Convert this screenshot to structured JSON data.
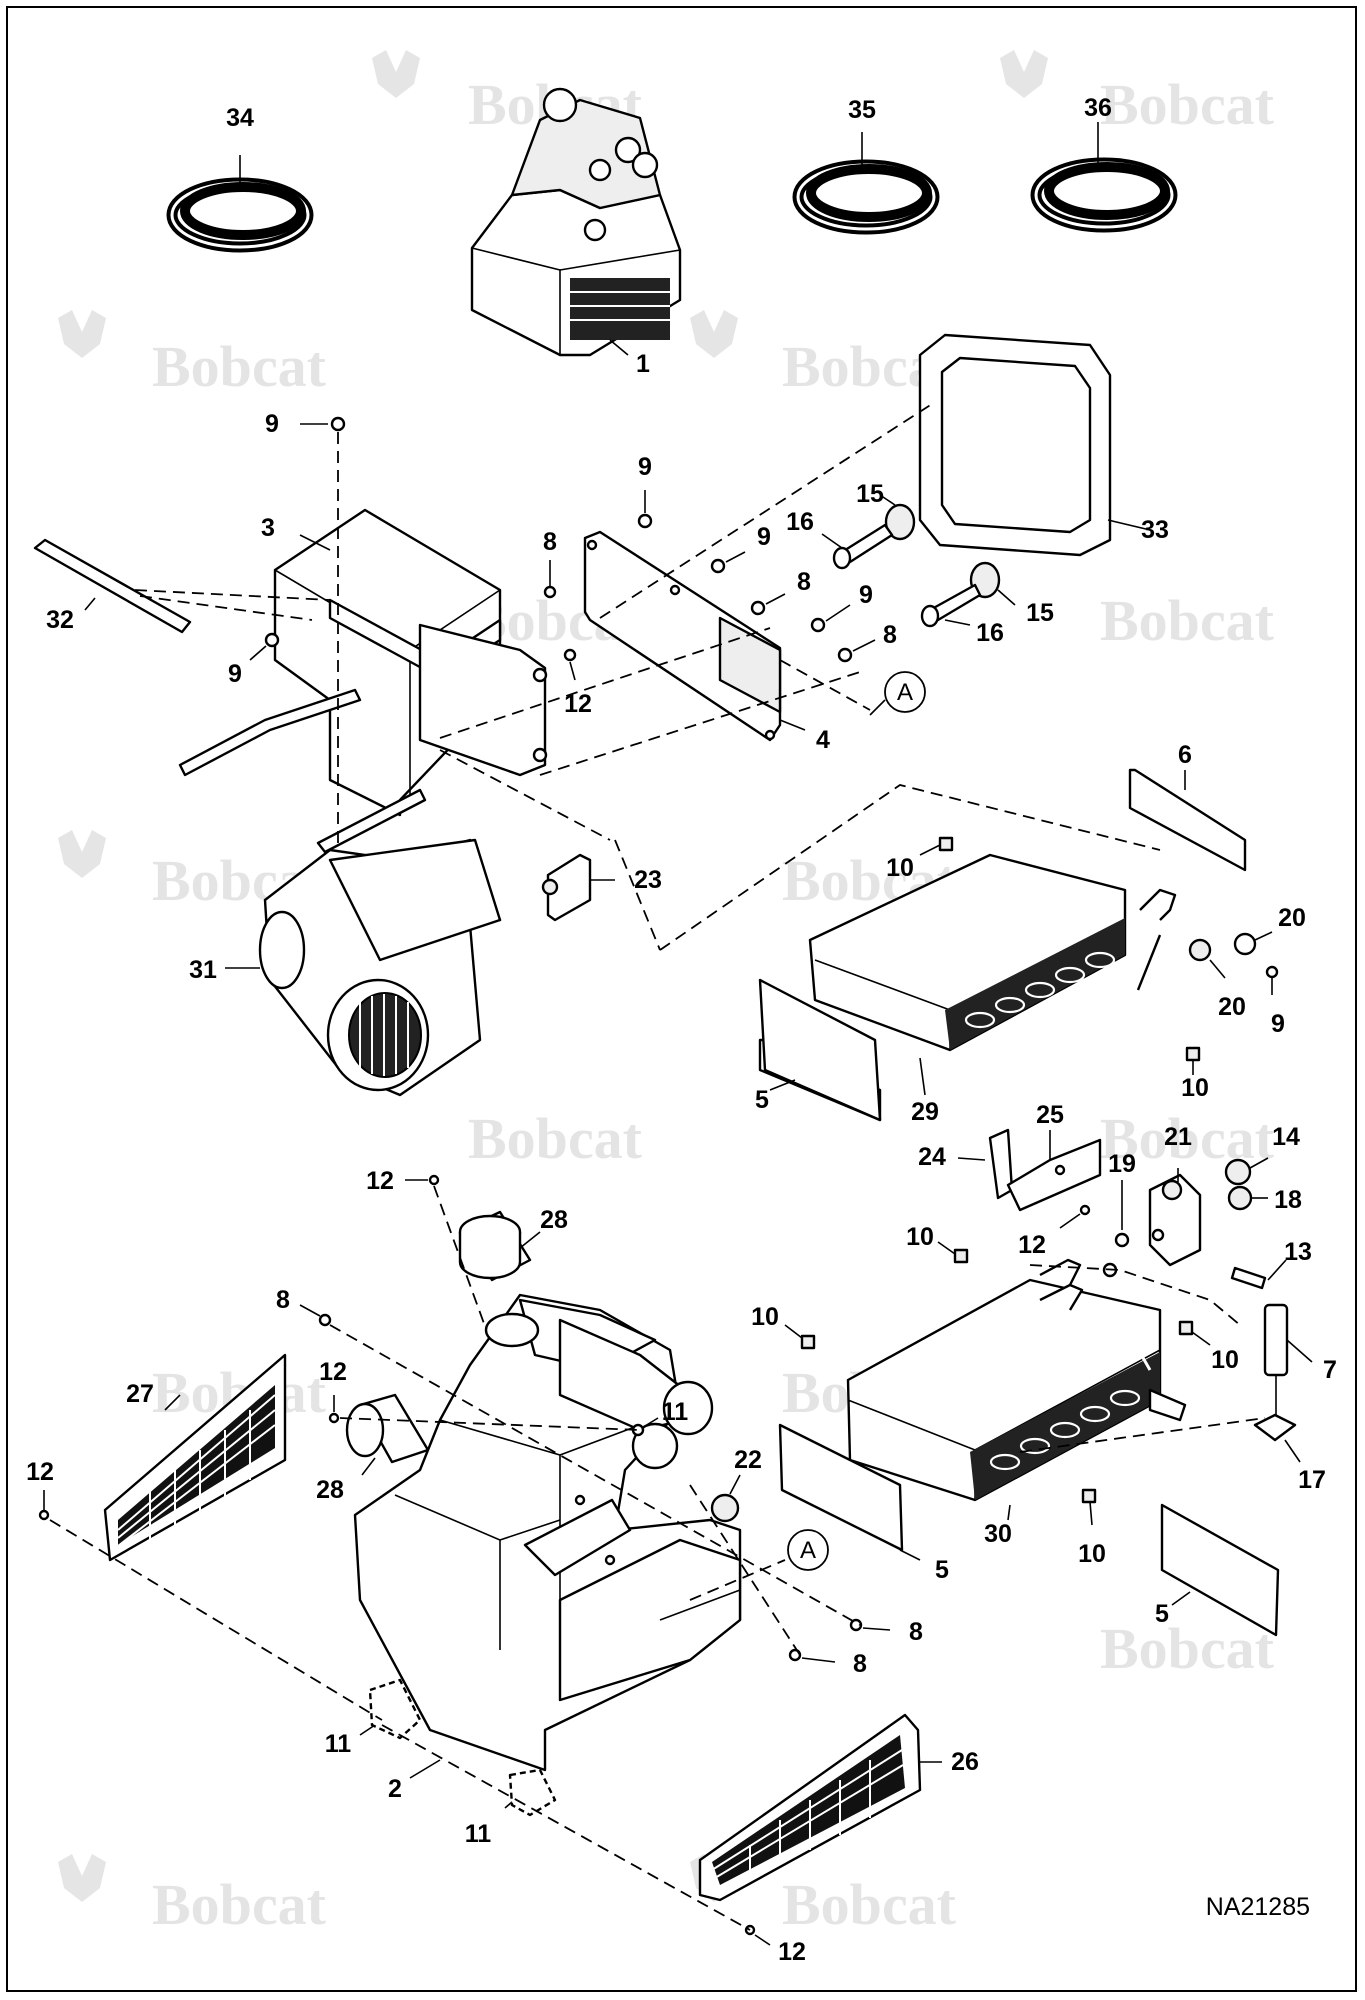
{
  "diagram": {
    "code": "NA21285",
    "watermark": "Bobcat",
    "callouts": {
      "c1": "1",
      "c2": "2",
      "c3": "3",
      "c4": "4",
      "c5a": "5",
      "c5b": "5",
      "c5c": "5",
      "c6": "6",
      "c7": "7",
      "c8a": "8",
      "c8b": "8",
      "c8c": "8",
      "c8d": "8",
      "c8e": "8",
      "c8f": "8",
      "c9a": "9",
      "c9b": "9",
      "c9c": "9",
      "c9d": "9",
      "c9e": "9",
      "c10a": "10",
      "c10b": "10",
      "c10c": "10",
      "c10d": "10",
      "c10e": "10",
      "c10f": "10",
      "c11a": "11",
      "c11b": "11",
      "c11c": "11",
      "c12a": "12",
      "c12b": "12",
      "c12c": "12",
      "c12d": "12",
      "c12e": "12",
      "c12f": "12",
      "c13": "13",
      "c14": "14",
      "c15a": "15",
      "c15b": "15",
      "c16a": "16",
      "c16b": "16",
      "c17": "17",
      "c18": "18",
      "c19": "19",
      "c20a": "20",
      "c20b": "20",
      "c21": "21",
      "c22": "22",
      "c23": "23",
      "c24": "24",
      "c25": "25",
      "c26": "26",
      "c27": "27",
      "c28a": "28",
      "c28b": "28",
      "c29": "29",
      "c30": "30",
      "c31": "31",
      "c32": "32",
      "c33": "33",
      "c34": "34",
      "c35": "35",
      "c36": "36"
    },
    "refA1": "A",
    "refA2": "A"
  }
}
